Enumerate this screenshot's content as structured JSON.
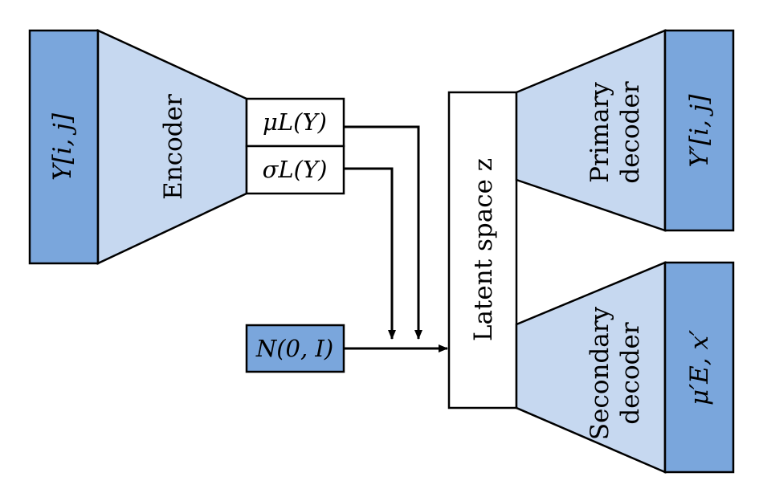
{
  "diagram": {
    "input_label": "Y[i, j]",
    "encoder_label": "Encoder",
    "mu_label": "μL(Y)",
    "sigma_label": "σL(Y)",
    "noise_label": "N(0, I)",
    "latent_label": "Latent space z",
    "primary_decoder_label": [
      "Primary",
      "decoder"
    ],
    "primary_output_label": "Y′[i, j]",
    "secondary_decoder_label": [
      "Secondary",
      "decoder"
    ],
    "secondary_output_label": "μ′E, x′"
  },
  "colors": {
    "dark_block": "#7aa6dc",
    "light_block": "#c6d8f0",
    "stroke": "#000000",
    "white": "#ffffff"
  }
}
